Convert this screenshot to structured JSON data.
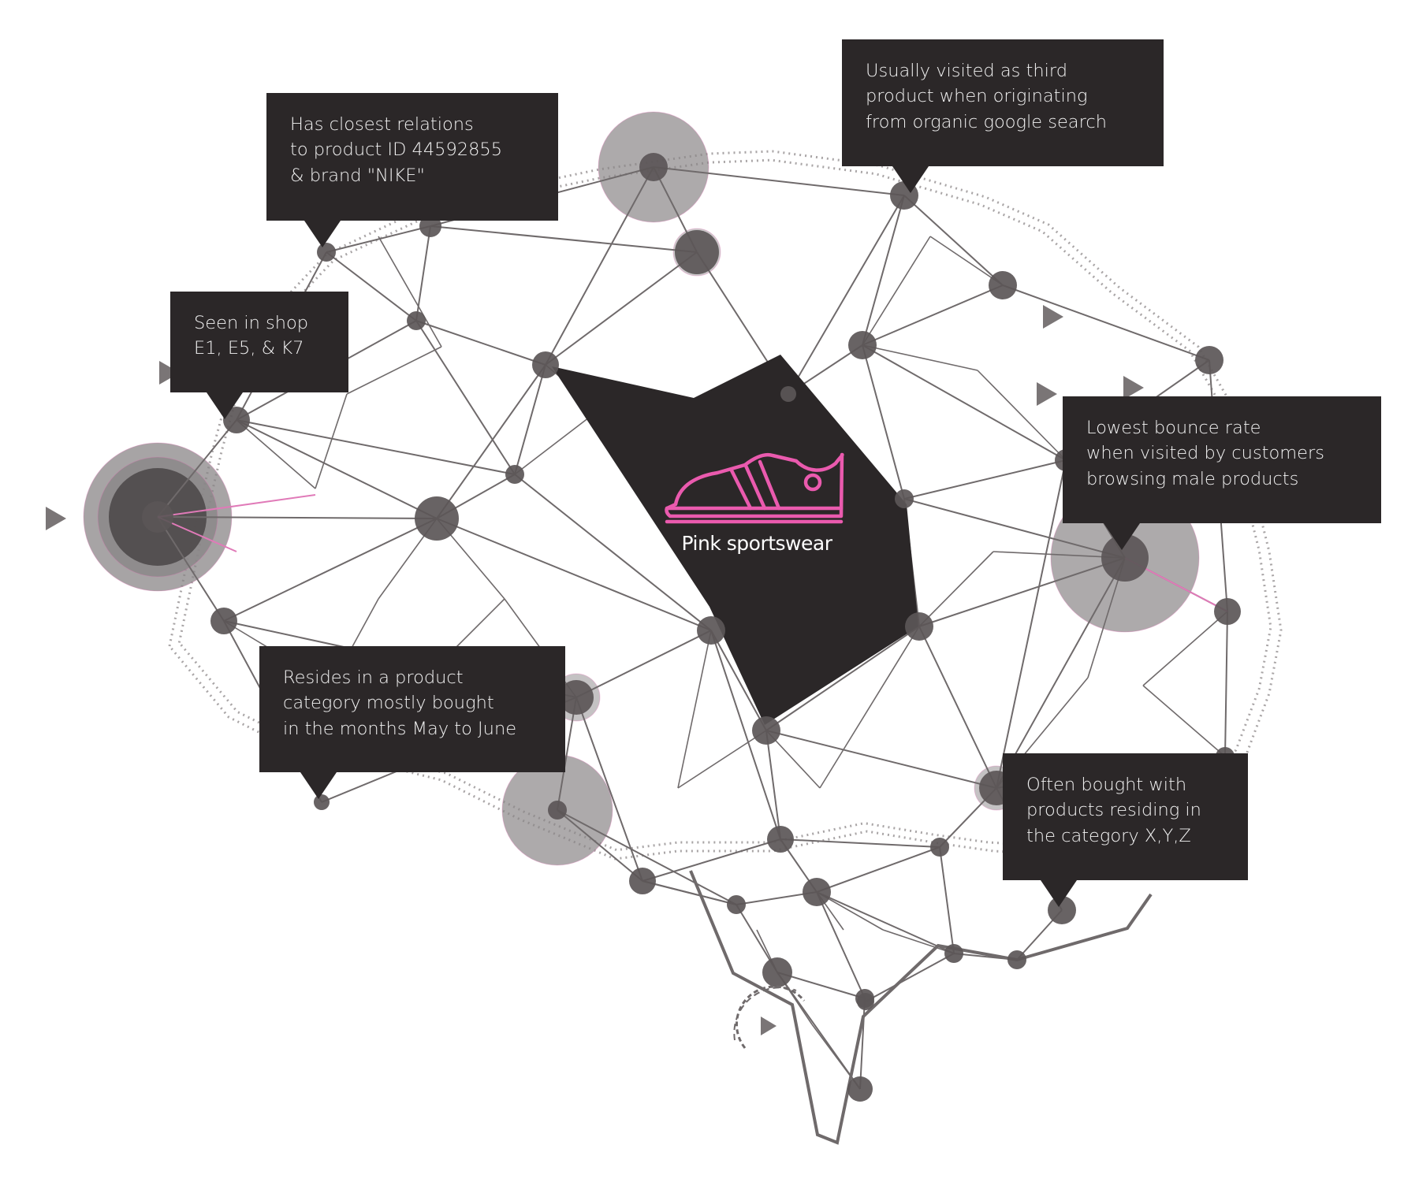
{
  "diagram": {
    "center_product": {
      "label": "Pink sportswear",
      "icon": "sneaker-icon",
      "accent_color": "#ea5aae",
      "panel_color": "#2b2728"
    },
    "annotations": [
      {
        "id": "product-relations",
        "lines": [
          "Has closest relations",
          "to product ID 44592855",
          "& brand \"NIKE\""
        ]
      },
      {
        "id": "shops",
        "lines": [
          "Seen in shop",
          "E1, E5, & K7"
        ]
      },
      {
        "id": "third-visit",
        "lines": [
          "Usually visited as third",
          "product when originating",
          "from organic google search"
        ]
      },
      {
        "id": "bounce",
        "lines": [
          "Lowest bounce rate",
          "when visited by customers",
          "browsing male products"
        ]
      },
      {
        "id": "season",
        "lines": [
          "Resides in a product",
          "category mostly bought",
          "in the months May to June"
        ]
      },
      {
        "id": "bought-with",
        "lines": [
          "Often bought with",
          "products residing in",
          "the category X,Y,Z"
        ]
      }
    ],
    "colors": {
      "edge": "#6f6a6b",
      "node": "#5b5657",
      "halo": "#8a8687",
      "outline": "#a9a5a6",
      "highlight_edge": "#e07ab8",
      "background": "#ffffff"
    }
  }
}
